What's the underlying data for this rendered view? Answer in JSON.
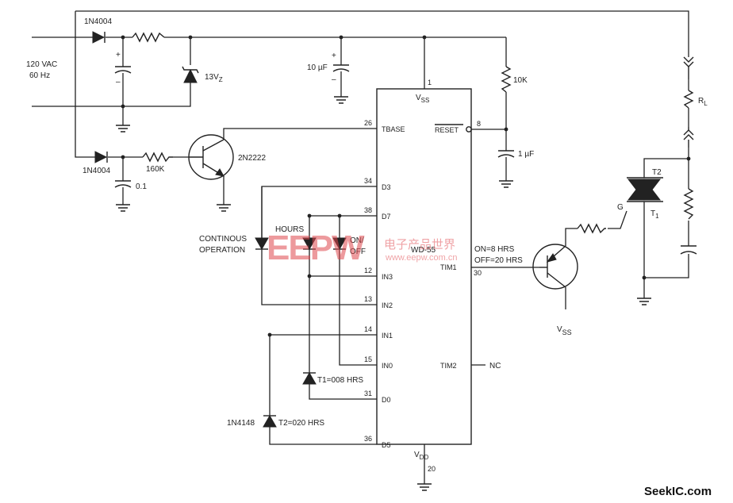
{
  "source": {
    "label": "120 VAC",
    "freq": "60 Hz"
  },
  "components": {
    "d_top": "1N4004",
    "d_bottom": "1N4004",
    "zener": "13V",
    "zener_sub": "Z",
    "cap_10": "10 µF",
    "res_10k": "10K",
    "cap_1u": "1 µF",
    "res_160k": "160K",
    "cap_01": "0.1",
    "transistor": "2N2222",
    "plus": "+",
    "minus": "–"
  },
  "chip": {
    "name": "WD-55",
    "vss": "V",
    "vss_sub": "SS",
    "vdd": "V",
    "vdd_sub": "DD",
    "pins_left": [
      {
        "num": "26",
        "name": "TBASE"
      },
      {
        "num": "34",
        "name": "D3"
      },
      {
        "num": "38",
        "name": "D7"
      },
      {
        "num": "12",
        "name": "IN3"
      },
      {
        "num": "13",
        "name": "IN2"
      },
      {
        "num": "14",
        "name": "IN1"
      },
      {
        "num": "15",
        "name": "IN0"
      },
      {
        "num": "31",
        "name": "D0"
      },
      {
        "num": "36",
        "name": "D5"
      }
    ],
    "pins_right": [
      {
        "num": "8",
        "name": "RESET"
      },
      {
        "num": "30",
        "name": "TIM1"
      },
      {
        "name": "TIM2"
      }
    ],
    "pin_top": "1",
    "pin_bottom": "20",
    "nc": "NC"
  },
  "switches": {
    "continous_1": "CONTINOUS",
    "continous_2": "OPERATION",
    "hours": "HOURS",
    "onoff_1": "ON/",
    "onoff_2": "OFF"
  },
  "timing": {
    "on": "ON=8 HRS",
    "off": "OFF=20 HRS",
    "t1": "T1=008 HRS",
    "t2": "T2=020 HRS",
    "diode_1n4148": "1N4148"
  },
  "output": {
    "vss": "V",
    "vss_sub": "SS",
    "rl": "R",
    "rl_sub": "L",
    "triac_t2": "T2",
    "triac_t1": "T",
    "triac_t1_sub": "1",
    "triac_g": "G"
  },
  "watermark": {
    "logo": "EEPW",
    "cn": "电子产品世界",
    "url": "www.eepw.com.cn"
  },
  "footer": "SeekIC.com"
}
